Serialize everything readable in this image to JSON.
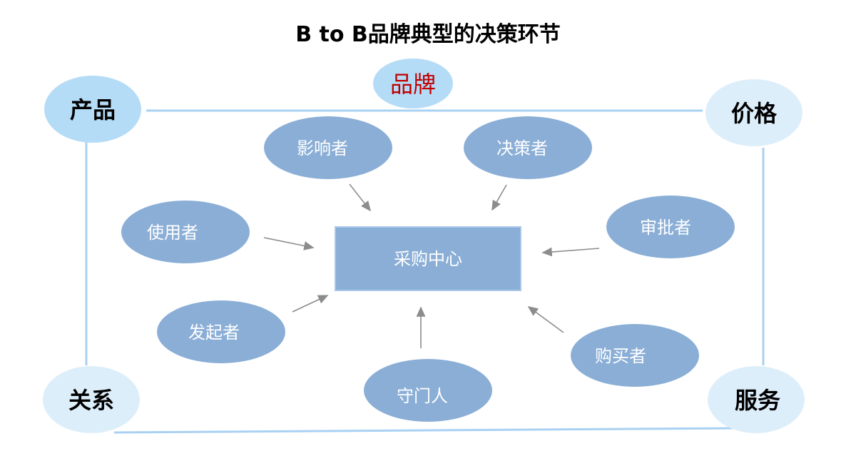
{
  "title": "B to B品牌典型的决策环节",
  "brand": "品牌",
  "corners": {
    "product": "产品",
    "price": "价格",
    "relation": "关系",
    "service": "服务"
  },
  "center": "采购中心",
  "roles": {
    "influencer": "影响者",
    "decider": "决策者",
    "user": "使用者",
    "approver": "审批者",
    "initiator": "发起者",
    "buyer": "购买者",
    "gatekeeper": "守门人"
  },
  "colors": {
    "node": "#8aaed6",
    "corner_strong": "#b5dcf6",
    "corner_light": "#ddeefb",
    "frame": "#a9d1f3",
    "arrow": "#8c8c8c",
    "brand_text": "#c00000"
  }
}
